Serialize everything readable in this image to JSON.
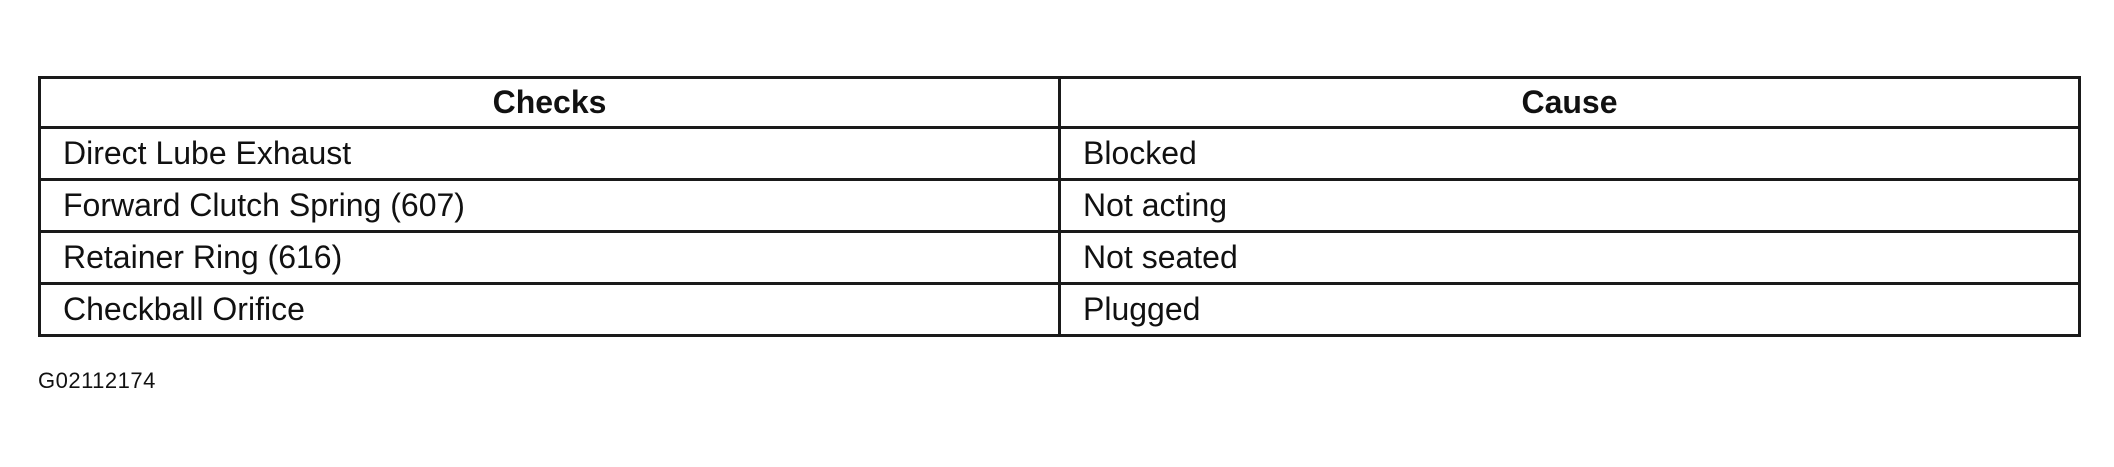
{
  "table": {
    "headers": [
      "Checks",
      "Cause"
    ],
    "rows": [
      [
        "Direct Lube Exhaust",
        "Blocked"
      ],
      [
        "Forward Clutch Spring (607)",
        "Not acting"
      ],
      [
        "Retainer Ring (616)",
        "Not seated"
      ],
      [
        "Checkball Orifice",
        "Plugged"
      ]
    ]
  },
  "figure_id": "G02112174"
}
